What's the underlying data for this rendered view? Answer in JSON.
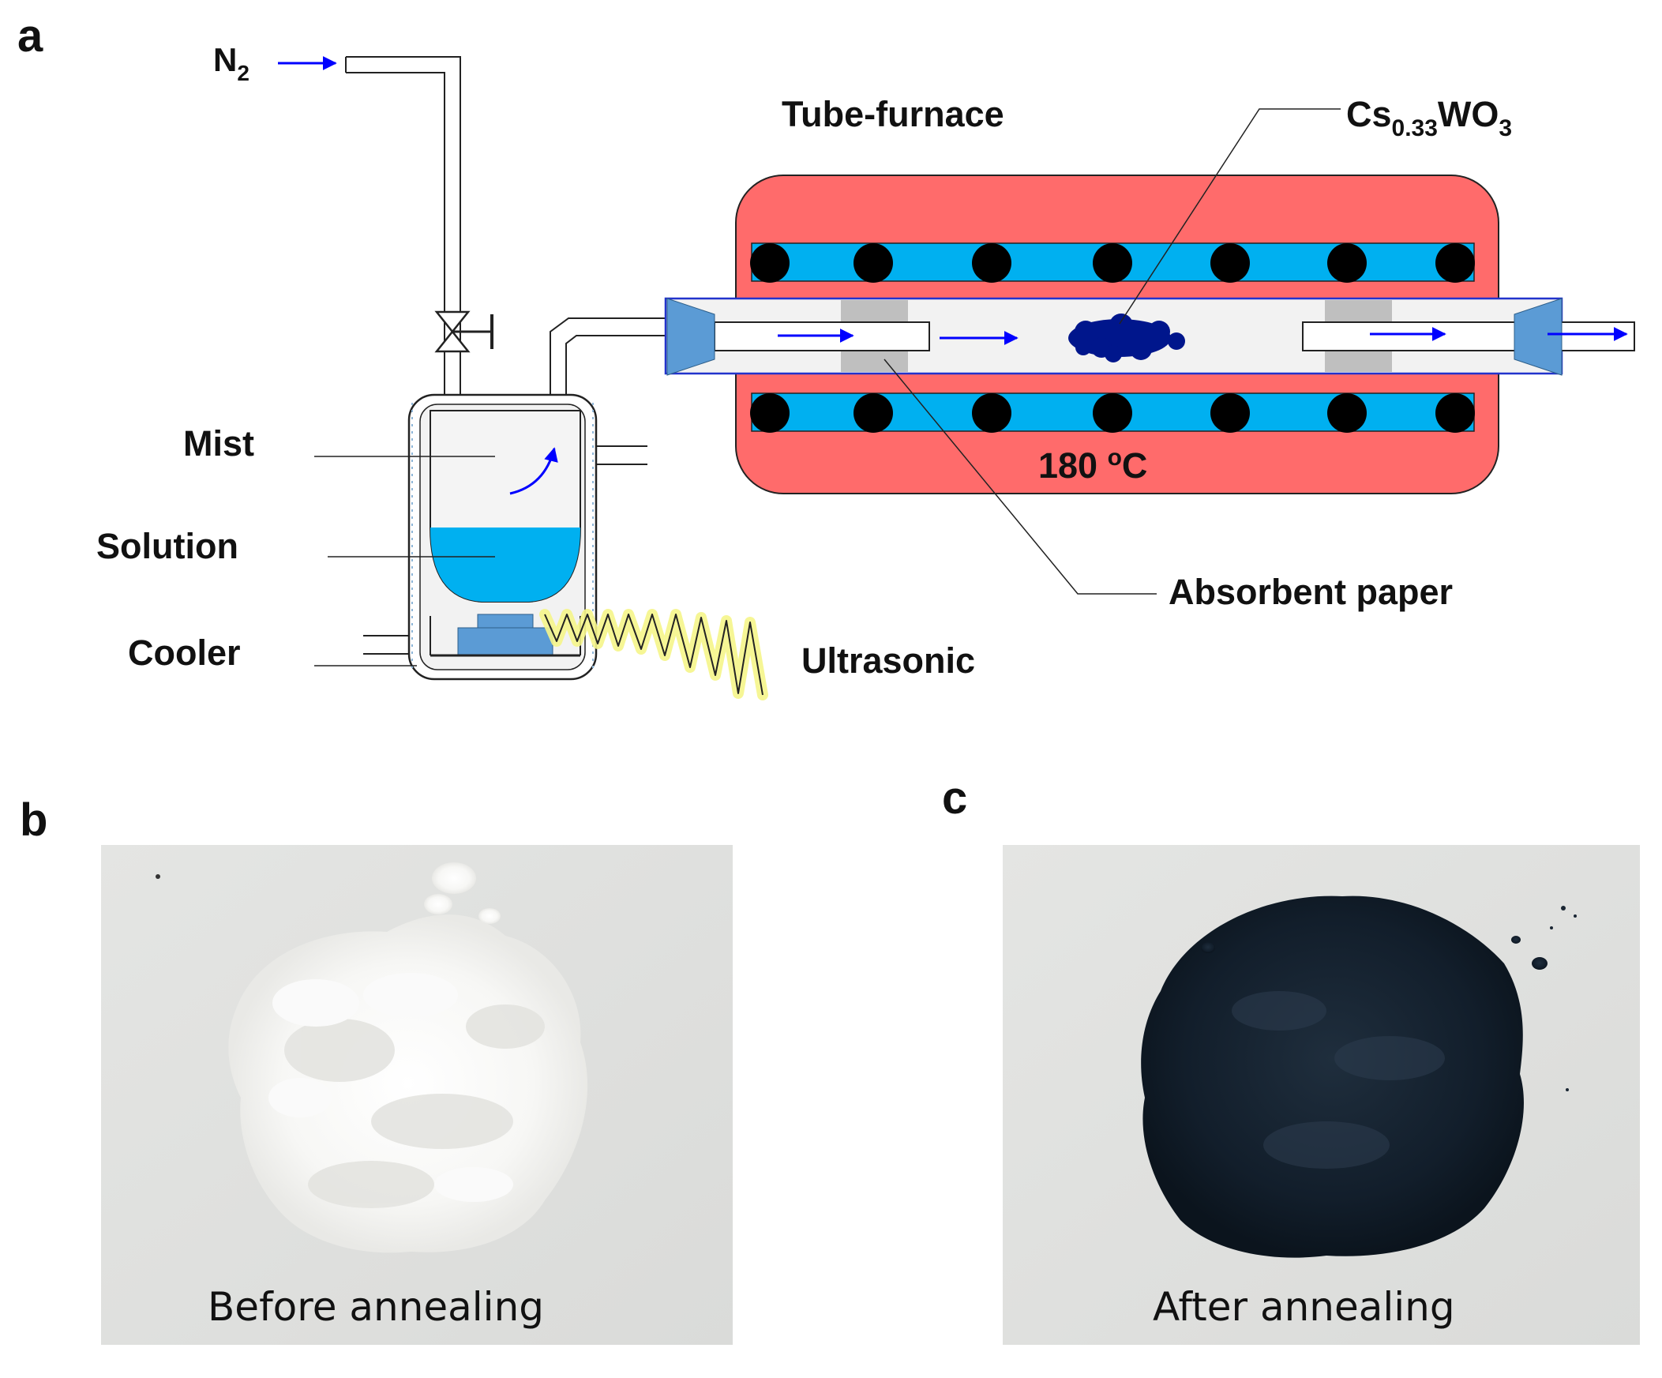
{
  "panels": {
    "a": "a",
    "b": "b",
    "c": "c"
  },
  "gas": {
    "base": "N",
    "sub": "2"
  },
  "labels": {
    "tube_furnace": "Tube-furnace",
    "product_base1": "Cs",
    "product_sub1": "0.33",
    "product_base2": "WO",
    "product_sub2": "3",
    "mist": "Mist",
    "solution": "Solution",
    "cooler": "Cooler",
    "ultrasonic": "Ultrasonic",
    "absorbent_paper": "Absorbent paper",
    "temperature_value": "180 ",
    "temperature_sup": "o",
    "temperature_unit": "C"
  },
  "photos": {
    "before_caption": "Before annealing",
    "after_caption": "After annealing"
  },
  "colors": {
    "furnace": "#ff6b6b",
    "heater_band": "#00b0f0",
    "solution": "#00b0f0",
    "flow_arrow": "#0000ff",
    "powder_product": "#00168c",
    "end_caps": "#5b9bd5",
    "absorbent_paper": "#bfbfbf",
    "ultrasonic_glow": "#f5f58a"
  }
}
